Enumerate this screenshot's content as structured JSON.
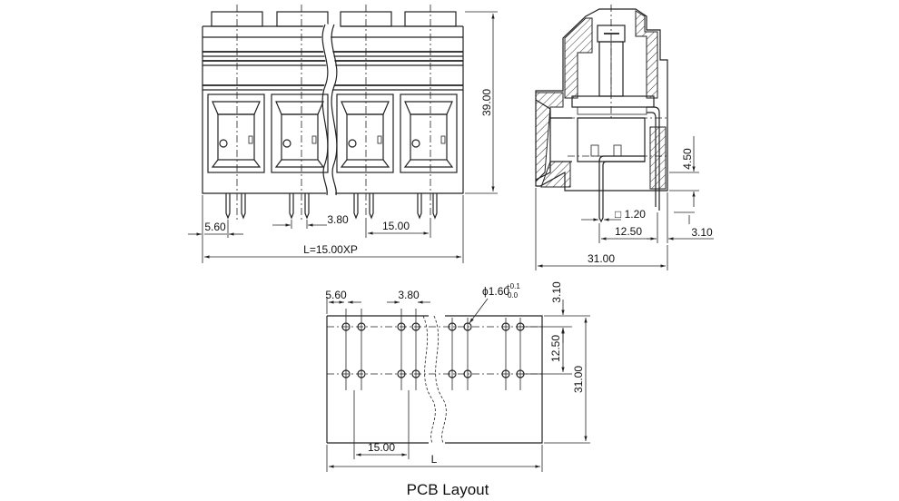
{
  "front_view": {
    "dimensions": {
      "height": "39.00",
      "offset": "5.60",
      "pin_gap": "3.80",
      "pitch": "15.00",
      "length": "L=15.00XP"
    }
  },
  "side_view": {
    "dimensions": {
      "pin_height": "4.50",
      "pin_square": "□ 1.20",
      "row_spacing": "12.50",
      "pin_offset": "3.10",
      "depth": "31.00"
    }
  },
  "pcb_layout": {
    "caption": "PCB Layout",
    "dimensions": {
      "offset": "5.60",
      "pin_gap": "3.80",
      "hole_diameter": "ϕ1.60",
      "hole_tol_upper": "+0.1",
      "hole_tol_lower": "0.0",
      "top_offset": "3.10",
      "row_spacing": "12.50",
      "depth": "31.00",
      "pitch": "15.00",
      "length": "L"
    }
  }
}
